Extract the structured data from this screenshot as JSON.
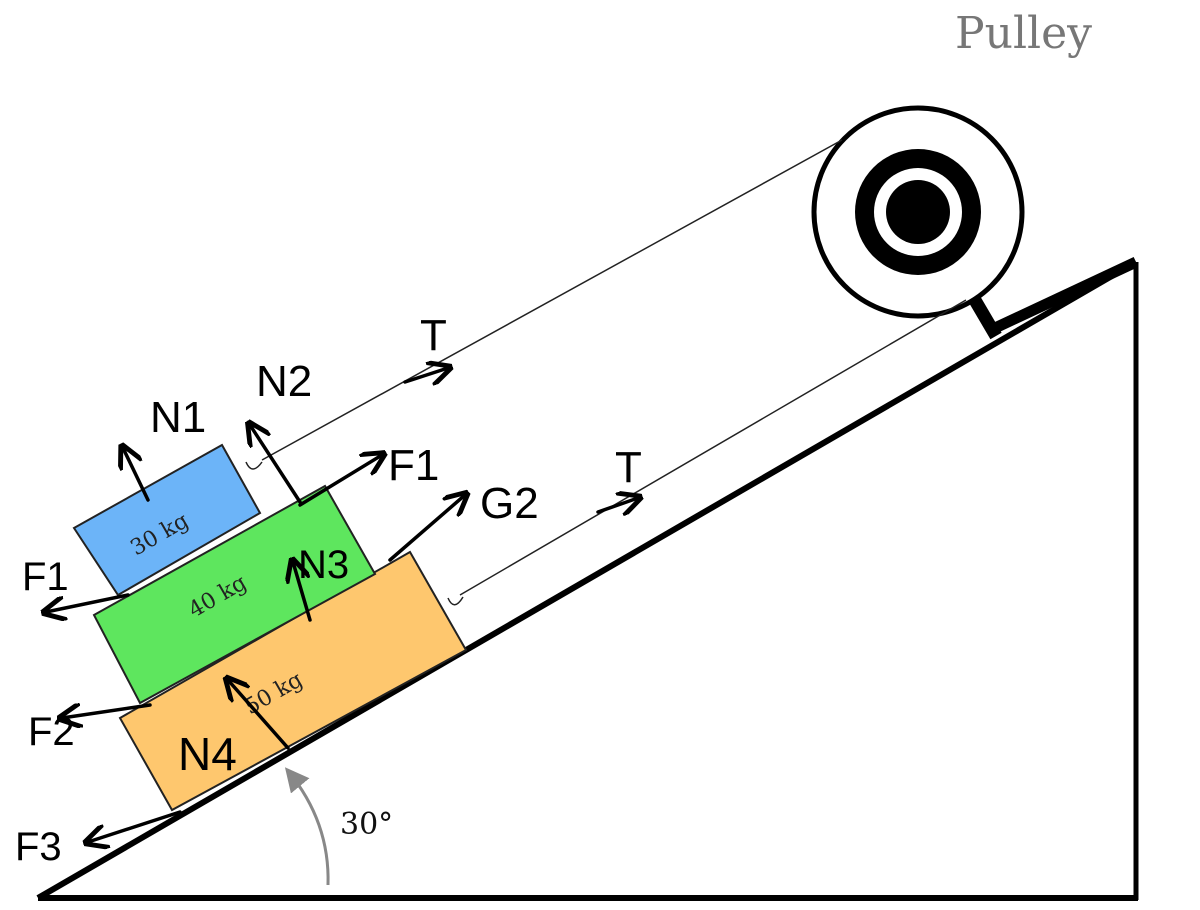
{
  "labels": {
    "pulley": "Pulley",
    "angle": "30°"
  },
  "blocks": {
    "top": {
      "mass": "30 kg",
      "color": "#6cb4f8"
    },
    "middle": {
      "mass": "40 kg",
      "color": "#5ee65e"
    },
    "bottom": {
      "mass": "50 kg",
      "color": "#fec76e"
    }
  },
  "annotations": {
    "n1": "N1",
    "n2": "N2",
    "n3": "N3",
    "n4": "N4",
    "t_upper": "T",
    "t_lower": "T",
    "f1_right": "F1",
    "f2_right": "G2",
    "f1_left": "F1",
    "f2_left": "F2",
    "f3_left": "F3"
  },
  "colors": {
    "ink": "#000000",
    "rope": "#222222",
    "arc": "#888888",
    "pulley_label": "#777777"
  }
}
